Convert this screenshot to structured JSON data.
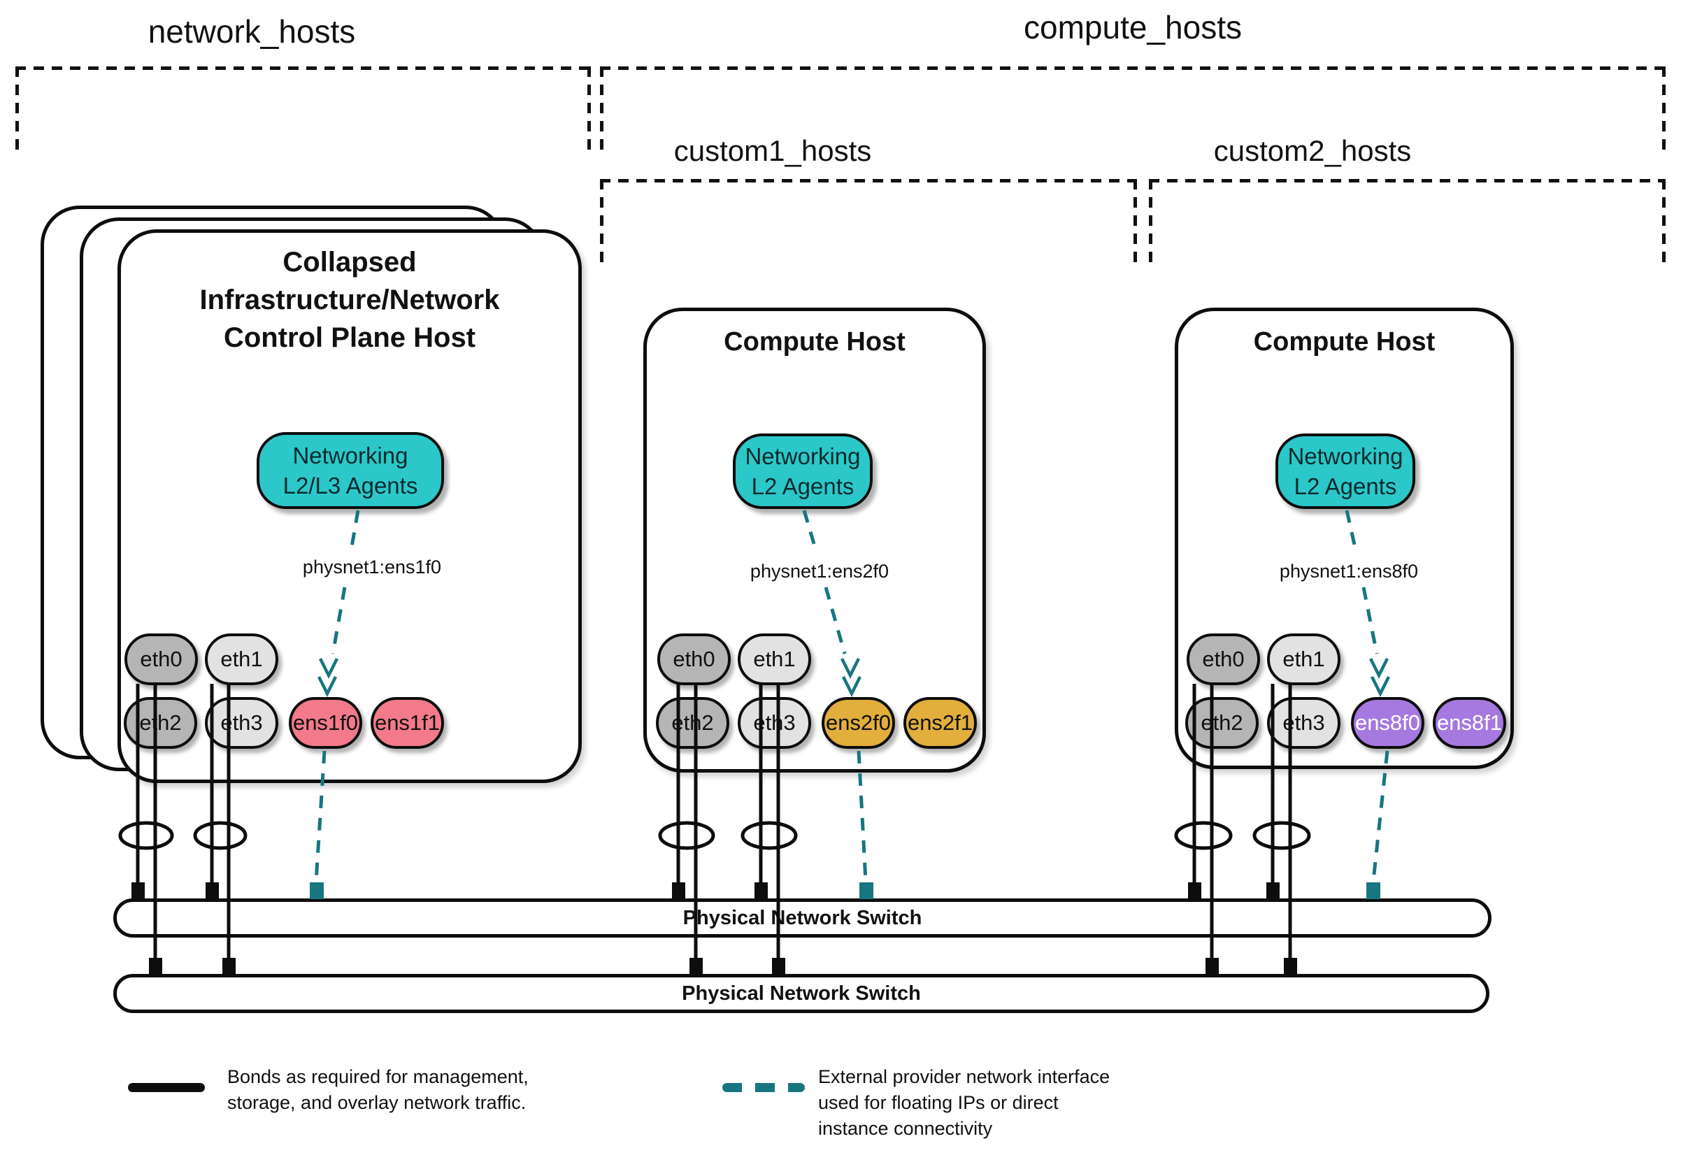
{
  "groups": {
    "network_hosts": "network_hosts",
    "compute_hosts": "compute_hosts",
    "custom1_hosts": "custom1_hosts",
    "custom2_hosts": "custom2_hosts"
  },
  "hosts": {
    "control": {
      "title": [
        "Collapsed",
        "Infrastructure/Network",
        "Control Plane Host"
      ],
      "agents": [
        "Networking",
        "L2/L3 Agents"
      ],
      "physnet": "physnet1:ens1f0",
      "nics": [
        "eth0",
        "eth1",
        "eth2",
        "eth3",
        "ens1f0",
        "ens1f1"
      ]
    },
    "compute1": {
      "title": "Compute Host",
      "agents": [
        "Networking",
        "L2 Agents"
      ],
      "physnet": "physnet1:ens2f0",
      "nics": [
        "eth0",
        "eth1",
        "eth2",
        "eth3",
        "ens2f0",
        "ens2f1"
      ]
    },
    "compute2": {
      "title": "Compute Host",
      "agents": [
        "Networking",
        "L2 Agents"
      ],
      "physnet": "physnet1:ens8f0",
      "nics": [
        "eth0",
        "eth1",
        "eth2",
        "eth3",
        "ens8f0",
        "ens8f1"
      ]
    }
  },
  "switches": [
    "Physical Network Switch",
    "Physical Network Switch"
  ],
  "legend": {
    "bond": [
      "Bonds as required for management,",
      "storage, and overlay network traffic."
    ],
    "external": [
      "External provider network interface",
      "used for floating IPs or direct",
      "instance connectivity"
    ]
  },
  "colors": {
    "agent_teal": "#2BC7C9",
    "external_teal": "#17767F",
    "nic_pink": "#F27A8A",
    "nic_gold": "#E2AE3C",
    "nic_purple": "#A579E0",
    "nic_gray_dark": "#B5B5B5",
    "nic_gray_light": "#E2E2E2"
  }
}
